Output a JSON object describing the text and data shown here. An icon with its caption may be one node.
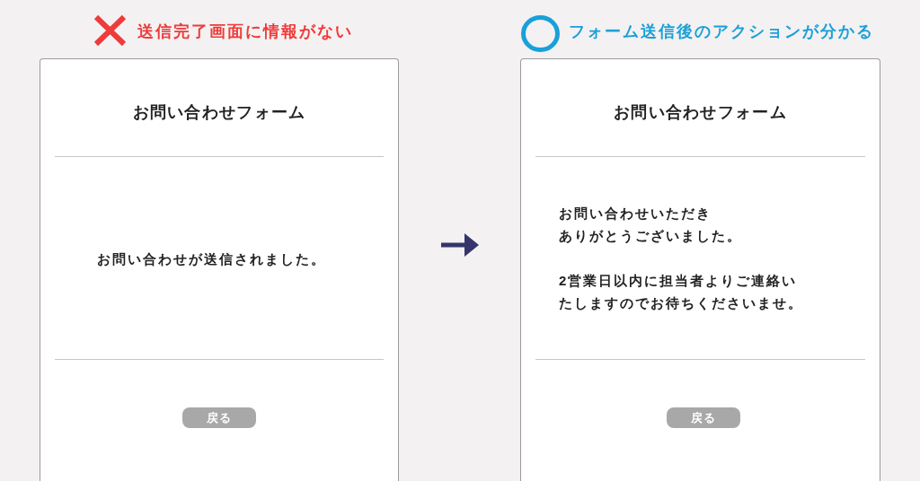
{
  "diagram": {
    "nodes": [
      {
        "text": [
          "送信完了画面に情報がない",
          "お問い合わせフォーム",
          "お問い合わせが送信されました。"
        ]
      },
      {
        "text": [
          "戻る"
        ],
        "in": 0
      },
      {
        "text": [
          "フォーム送信後のアクションが分かる",
          "お問い合わせフォーム",
          "お問い合わせいただきありがとうございました。",
          "2営業日以内に担当者よりご連絡いたしますのでお待ちくださいませ。"
        ]
      },
      {
        "text": [
          "戻る"
        ],
        "in": 2
      }
    ],
    "edges": [
      {
        "from": 0,
        "to": 2,
        "arrow": "to"
      }
    ]
  }
}
